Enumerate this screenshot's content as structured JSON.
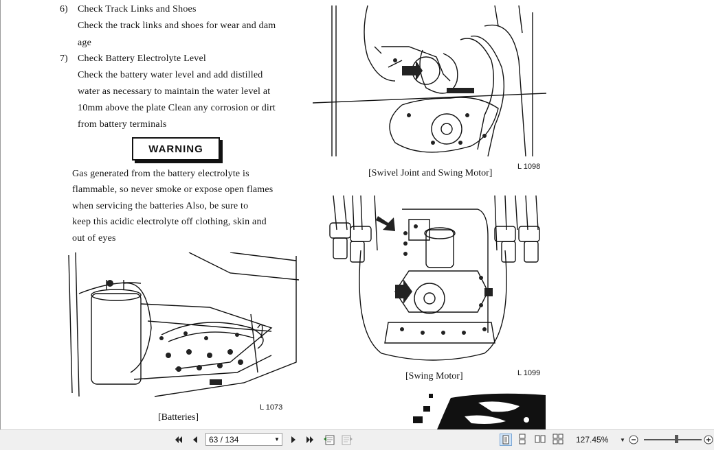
{
  "document": {
    "item6": {
      "number": "6)",
      "title": "Check Track Links and Shoes",
      "lines": [
        "Check  the  track links and shoes for wear and dam",
        "age"
      ]
    },
    "item7": {
      "number": "7)",
      "title": "Check Battery Electrolyte Level",
      "lines": [
        "Check  the  battery  water  level  and  add  distilled",
        "water  as  necessary  to  maintain  the  water  level  at",
        "10mm  above  the  plate    Clean  any  corrosion  or  dirt",
        "from  battery  terminals"
      ]
    },
    "warning_label": "WARNING",
    "warning_lines": [
      "Gas  generated  from  the  battery  electrolyte  is",
      "flammable,  so  never  smoke  or  expose  open  flames",
      "when   servicing   the  batteries    Also,  be  sure  to",
      "keep  this  acidic  electrolyte  off  clothing,  skin  and",
      "out  of  eyes"
    ],
    "figures": {
      "batteries": {
        "caption": "[Batteries]",
        "id": "L 1073"
      },
      "swivel": {
        "caption": "[Swivel Joint and Swing Motor]",
        "id": "L 1098"
      },
      "swing": {
        "caption": "[Swing Motor]",
        "id": "L 1099"
      }
    }
  },
  "toolbar": {
    "first_page_icon": "first-page-icon",
    "prev_page_icon": "previous-page-icon",
    "page_value": "63 / 134",
    "next_page_icon": "next-page-icon",
    "last_page_icon": "last-page-icon",
    "zoom": "127.45%"
  }
}
